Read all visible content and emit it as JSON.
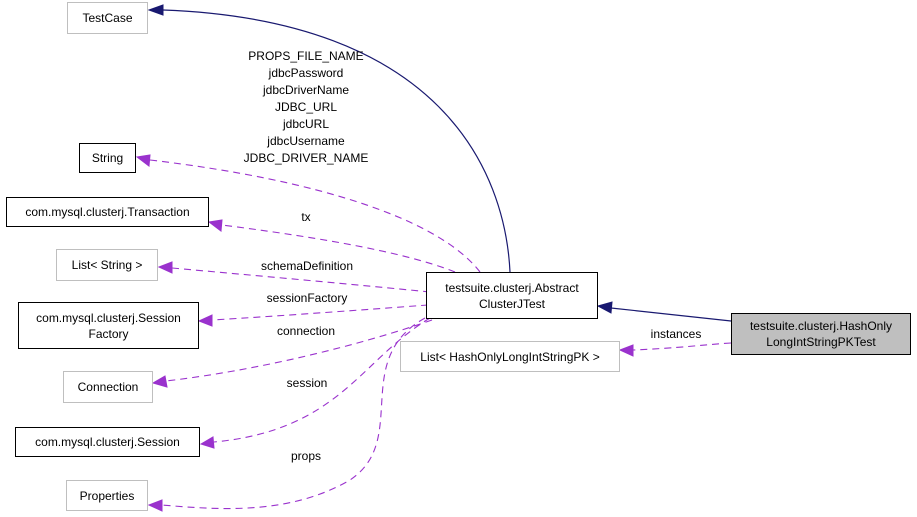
{
  "colors": {
    "inheritance_edge": "#191970",
    "usage_edge": "#9a32cd",
    "focus_fill": "#bfbfbf",
    "external_border": "#bfbfbf"
  },
  "nodes": {
    "testcase": {
      "lines": [
        "TestCase"
      ]
    },
    "string": {
      "lines": [
        "String"
      ]
    },
    "transaction": {
      "lines": [
        "com.mysql.clusterj.Transaction"
      ]
    },
    "list_string": {
      "lines": [
        "List< String >"
      ]
    },
    "session_factory": {
      "lines": [
        "com.mysql.clusterj.Session",
        "Factory"
      ]
    },
    "connection": {
      "lines": [
        "Connection"
      ]
    },
    "session": {
      "lines": [
        "com.mysql.clusterj.Session"
      ]
    },
    "properties": {
      "lines": [
        "Properties"
      ]
    },
    "abstract_test": {
      "lines": [
        "testsuite.clusterj.Abstract",
        "ClusterJTest"
      ]
    },
    "list_pk": {
      "lines": [
        "List< HashOnlyLongIntStringPK >"
      ]
    },
    "hash_only_test": {
      "lines": [
        "testsuite.clusterj.HashOnly",
        "LongIntStringPKTest"
      ]
    }
  },
  "edge_labels": {
    "string_fields": [
      "PROPS_FILE_NAME",
      "jdbcPassword",
      "jdbcDriverName",
      "JDBC_URL",
      "jdbcURL",
      "jdbcUsername",
      "JDBC_DRIVER_NAME"
    ],
    "tx": "tx",
    "schema_definition": "schemaDefinition",
    "session_factory": "sessionFactory",
    "connection": "connection",
    "session": "session",
    "props": "props",
    "instances": "instances"
  }
}
